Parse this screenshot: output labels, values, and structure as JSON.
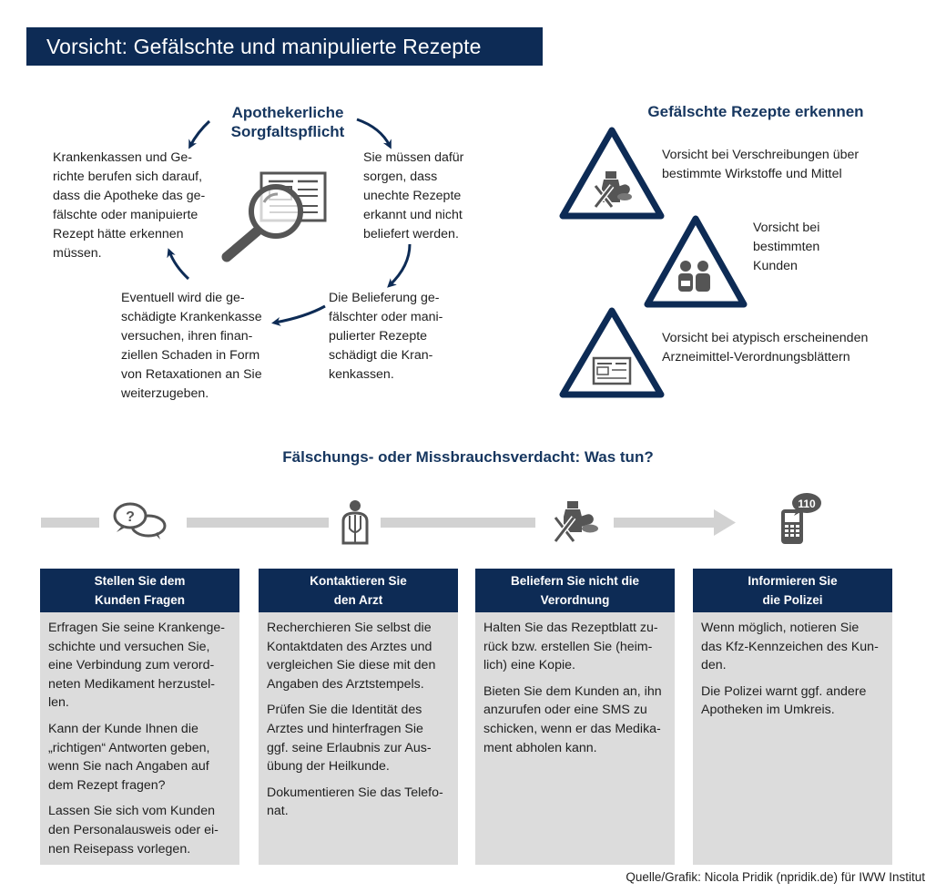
{
  "title": "Vorsicht: Gefälschte und manipulierte Rezepte",
  "cycle": {
    "title_lines": [
      "Apothekerliche",
      "Sorgfaltspflicht"
    ],
    "left_lines": [
      "Krankenkassen und Ge-",
      "richte berufen sich darauf,",
      "dass die Apotheke das ge-",
      "fälschte oder manipuierte",
      "Rezept hätte erkennen",
      "müssen."
    ],
    "right_lines": [
      "Sie müssen dafür",
      "sorgen, dass",
      "unechte Rezepte",
      "erkannt und nicht",
      "beliefert werden."
    ],
    "bottom_right_lines": [
      "Die Belieferung ge-",
      "fälschter oder mani-",
      "pulierter Rezepte",
      "schädigt die Kran-",
      "kenkassen."
    ],
    "bottom_left_lines": [
      "Eventuell wird die ge-",
      "schädigte Krankenkasse",
      "versuchen, ihren finan-",
      "ziellen Schaden in Form",
      "von Retaxationen an Sie",
      "weiterzugeben."
    ]
  },
  "recognize": {
    "title": "Gefälschte Rezepte erkennen",
    "items": [
      {
        "lines": [
          "Vorsicht bei Verschreibungen über",
          "bestimmte Wirkstoffe und Mittel"
        ],
        "icon": "medicine-icon"
      },
      {
        "lines": [
          "Vorsicht bei",
          "bestimmten",
          "Kunden"
        ],
        "icon": "people-icon"
      },
      {
        "lines": [
          "Vorsicht bei atypisch erscheinenden",
          "Arzneimittel-Verordnungsblättern"
        ],
        "icon": "prescription-icon"
      }
    ]
  },
  "steps_title": "Fälschungs- oder Missbrauchsverdacht: Was tun?",
  "phone_badge": "110",
  "steps": [
    {
      "head_lines": [
        "Stellen Sie dem",
        "Kunden Fragen"
      ],
      "paragraphs": [
        [
          "Erfragen Sie seine Krankenge-",
          "schichte und versuchen Sie,",
          "eine Verbindung zum verord-",
          "neten Medikament herzustel-",
          "len."
        ],
        [
          "Kann der Kunde Ihnen die",
          "„richtigen“ Antworten geben,",
          "wenn Sie nach Angaben auf",
          "dem Rezept fragen?"
        ],
        [
          "Lassen Sie sich vom Kunden",
          "den Personalausweis oder ei-",
          "nen Reisepass vorlegen."
        ]
      ]
    },
    {
      "head_lines": [
        "Kontaktieren Sie",
        "den Arzt"
      ],
      "paragraphs": [
        [
          "Recherchieren Sie selbst die",
          "Kontaktdaten des Arztes und",
          "vergleichen Sie diese mit den",
          "Angaben des Arztstempels."
        ],
        [
          "Prüfen Sie die Identität des",
          "Arztes und hinterfragen Sie",
          "ggf. seine Erlaubnis zur Aus-",
          "übung der Heilkunde."
        ],
        [
          "Dokumentieren Sie das Telefo-",
          "nat."
        ]
      ]
    },
    {
      "head_lines": [
        "Beliefern Sie nicht die",
        "Verordnung"
      ],
      "paragraphs": [
        [
          "Halten Sie das Rezeptblatt zu-",
          "rück bzw. erstellen Sie (heim-",
          "lich) eine Kopie."
        ],
        [
          "Bieten Sie dem Kunden an, ihn",
          "anzurufen oder eine SMS zu",
          "schicken, wenn er das Medika-",
          "ment abholen kann."
        ]
      ]
    },
    {
      "head_lines": [
        "Informieren Sie",
        "die Polizei"
      ],
      "paragraphs": [
        [
          "Wenn möglich, notieren Sie",
          "das Kfz-Kennzeichen des Kun-",
          "den."
        ],
        [
          "Die Polizei warnt ggf. andere",
          "Apotheken im Umkreis."
        ]
      ]
    }
  ],
  "source": "Quelle/Grafik: Nicola Pridik (npridik.de) für IWW Institut",
  "colors": {
    "navy": "#0d2b55",
    "heading": "#16365f",
    "card_bg": "#dcdcdc",
    "arrow_gray": "#d2d2d2",
    "icon_gray": "#555555"
  }
}
